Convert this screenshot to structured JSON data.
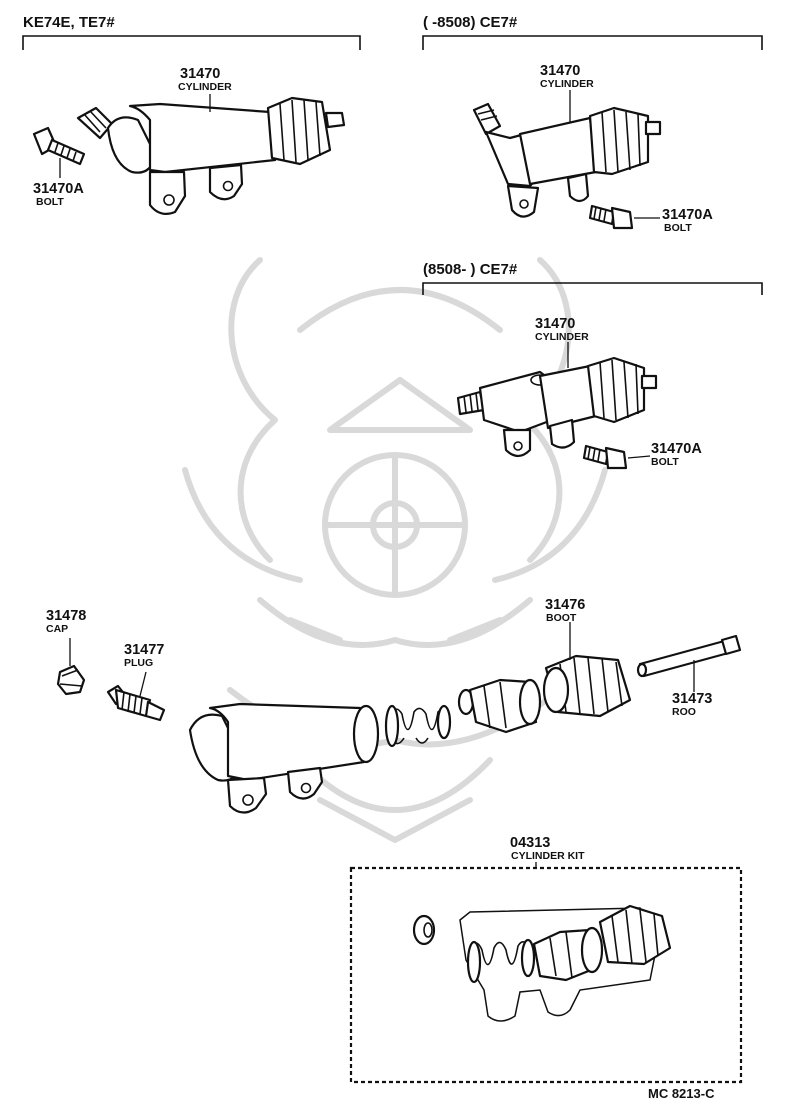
{
  "groups": {
    "group1_header": "KE74E, TE7#",
    "group2_header": "(        -8508) CE7#",
    "group3_header": "(8508-          ) CE7#"
  },
  "callouts": {
    "g1_cyl_num": "31470",
    "g1_cyl_name": "CYLINDER",
    "g1_bolt_num": "31470A",
    "g1_bolt_name": "BOLT",
    "g2_cyl_num": "31470",
    "g2_cyl_name": "CYLINDER",
    "g2_bolt_num": "31470A",
    "g2_bolt_name": "BOLT",
    "g3_cyl_num": "31470",
    "g3_cyl_name": "CYLINDER",
    "g3_bolt_num": "31470A",
    "g3_bolt_name": "BOLT",
    "cap_num": "31478",
    "cap_name": "CAP",
    "plug_num": "31477",
    "plug_name": "PLUG",
    "boot_num": "31476",
    "boot_name": "BOOT",
    "rod_num": "31473",
    "rod_name": "ROO",
    "kit_num": "04313",
    "kit_name": "CYLINDER KIT"
  },
  "figure_ref": "MC 8213-C"
}
